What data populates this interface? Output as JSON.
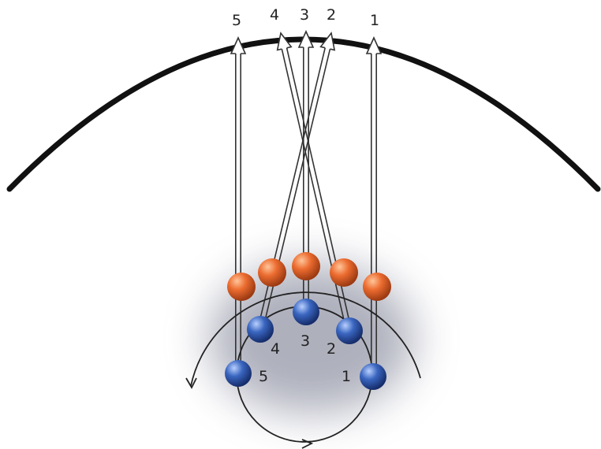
{
  "top_labels": [
    "5",
    "4",
    "3",
    "2",
    "1"
  ],
  "bottom_labels": [
    "4",
    "3",
    "2",
    "5",
    "1"
  ],
  "colors": {
    "outer_arc": "#111111",
    "beam_stroke": "#3a3a3a",
    "orange_sphere": "#e0602a",
    "blue_sphere": "#2f5fb3",
    "shadow": "#6c6f86"
  }
}
